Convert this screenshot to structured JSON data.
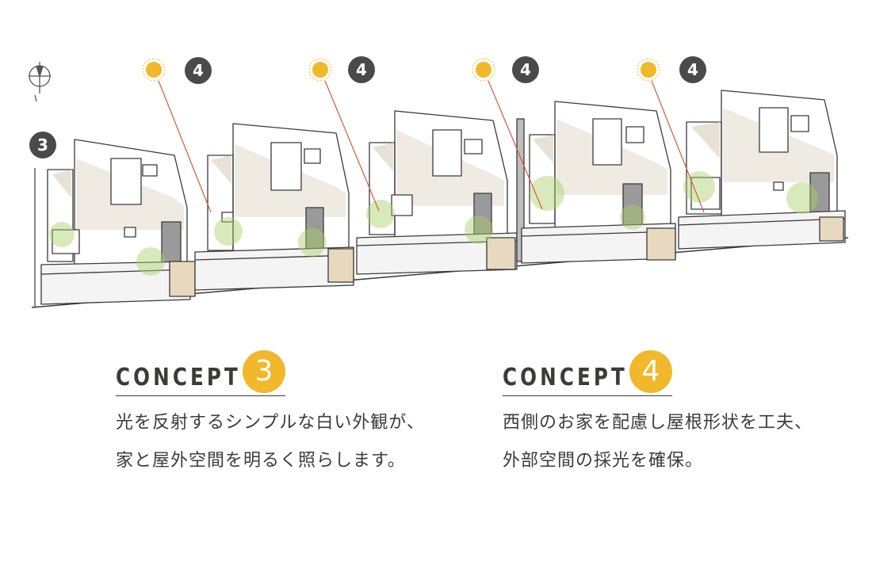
{
  "illustration": {
    "badges": [
      "3",
      "4",
      "4",
      "4",
      "4"
    ],
    "icons": [
      "compass-icon",
      "sun-icon"
    ],
    "colors": {
      "sun": "#f0b82a",
      "badge": "#4a4a4a",
      "arrow": "#d65a3a",
      "shadow": "#e8e2d6",
      "leaf": "#a8d06a",
      "line": "#3a3a3a"
    }
  },
  "concepts": [
    {
      "title": "CONCEPT",
      "number": "3",
      "text": "光を反射するシンプルな白い外観が、家と屋外空間を明るく照らします。"
    },
    {
      "title": "CONCEPT",
      "number": "4",
      "text": "西側のお家を配慮し屋根形状を工夫、外部空間の採光を確保。"
    }
  ]
}
